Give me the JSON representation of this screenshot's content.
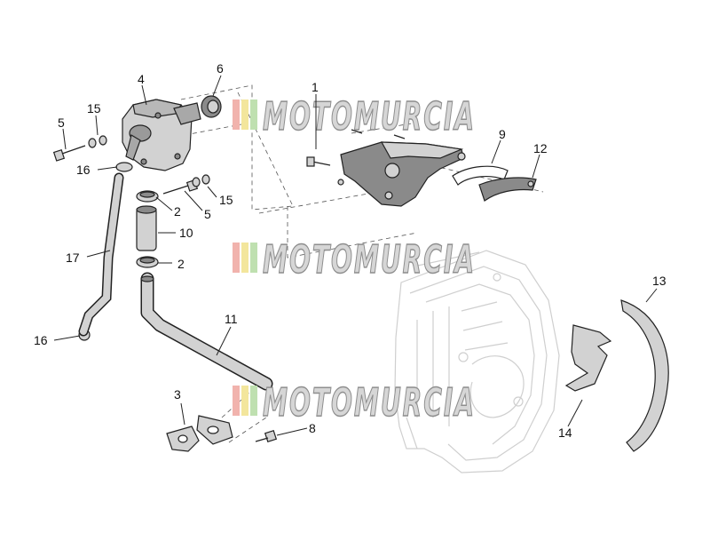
{
  "colors": {
    "part_fill": "#d2d2d2",
    "part_dark": "#8a8a8a",
    "outline": "#222222",
    "ghost": "#cfcfcf",
    "watermark_stripe_red": "#f1b3ad",
    "watermark_stripe_yellow": "#f3e69c",
    "watermark_stripe_green": "#bfe0b0"
  },
  "watermark": {
    "text": "MOTOMURCIA"
  },
  "callouts": {
    "c1": "1",
    "c2a": "2",
    "c2b": "2",
    "c3": "3",
    "c4": "4",
    "c5a": "5",
    "c5b": "5",
    "c6": "6",
    "c8": "8",
    "c9": "9",
    "c10": "10",
    "c11": "11",
    "c12": "12",
    "c13": "13",
    "c14": "14",
    "c15a": "15",
    "c15b": "15",
    "c16a": "16",
    "c16b": "16",
    "c17": "17"
  }
}
